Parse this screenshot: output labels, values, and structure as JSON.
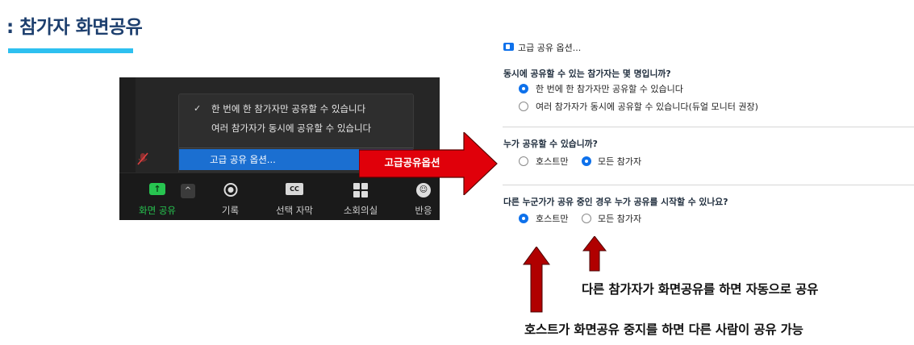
{
  "title": ": 참가자 화면공유",
  "zoom_menu": {
    "items": [
      {
        "label": "한 번에 한 참가자만 공유할 수 있습니다",
        "checked": true
      },
      {
        "label": "여러 참가자가 동시에 공유할 수 있습니다",
        "checked": false
      },
      {
        "label": "고급 공유 옵션...",
        "highlighted": true
      }
    ],
    "check_glyph": "✓"
  },
  "toolbar": {
    "share_label": "화면 공유",
    "record_label": "기록",
    "caption_label": "선택 자막",
    "breakout_label": "소회의실",
    "reactions_label": "반응",
    "caption_icon_text": "CC"
  },
  "callout_label": "고급공유옵션",
  "panel": {
    "header": "고급 공유 옵션...",
    "q1": "동시에 공유할 수 있는 참가자는 몇 명입니까?",
    "q1_opt1": "한 번에 한 참가자만 공유할 수 있습니다",
    "q1_opt2": "여러 참가자가 동시에 공유할 수 있습니다(듀얼 모니터 권장)",
    "q2": "누가 공유할 수 있습니까?",
    "q2_opt1": "호스트만",
    "q2_opt2": "모든 참가자",
    "q3": "다른 누군가가 공유 중인 경우 누가 공유를 시작할 수 있나요?",
    "q3_opt1": "호스트만",
    "q3_opt2": "모든 참가자"
  },
  "notes": {
    "note1": "다른 참가자가 화면공유를 하면 자동으로 공유",
    "note2": "호스트가 화면공유 중지를 하면 다른 사람이 공유 가능"
  },
  "colors": {
    "accent_blue": "#0e71eb",
    "arrow_red": "#e0000a",
    "arrow_dark_red": "#b00000",
    "title_navy": "#1d3f6e",
    "underline_cyan": "#2ec0f0",
    "share_green": "#27c450"
  }
}
